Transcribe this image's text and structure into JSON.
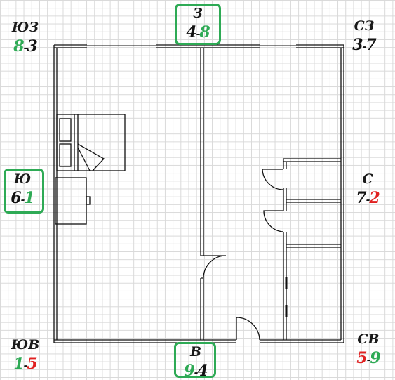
{
  "colors": {
    "green": "#2eaa55",
    "red": "#e02020",
    "black": "#111111"
  },
  "directions": [
    {
      "id": "yuz",
      "name": "ЮЗ",
      "n1": "8",
      "c1": "green",
      "n2": "3",
      "c2": "black",
      "boxed": false
    },
    {
      "id": "z",
      "name": "З",
      "n1": "4",
      "c1": "black",
      "n2": "8",
      "c2": "green",
      "boxed": true
    },
    {
      "id": "sz",
      "name": "СЗ",
      "n1": "3",
      "c1": "black",
      "n2": "7",
      "c2": "black",
      "boxed": false
    },
    {
      "id": "yu",
      "name": "Ю",
      "n1": "6",
      "c1": "black",
      "n2": "1",
      "c2": "green",
      "boxed": true
    },
    {
      "id": "s",
      "name": "С",
      "n1": "7",
      "c1": "black",
      "n2": "2",
      "c2": "red",
      "boxed": false
    },
    {
      "id": "yuv",
      "name": "ЮВ",
      "n1": "1",
      "c1": "green",
      "n2": "5",
      "c2": "red",
      "boxed": false
    },
    {
      "id": "v",
      "name": "В",
      "n1": "9",
      "c1": "green",
      "n2": "4",
      "c2": "black",
      "boxed": true
    },
    {
      "id": "sv",
      "name": "СВ",
      "n1": "5",
      "c1": "red",
      "n2": "9",
      "c2": "green",
      "boxed": false
    }
  ]
}
